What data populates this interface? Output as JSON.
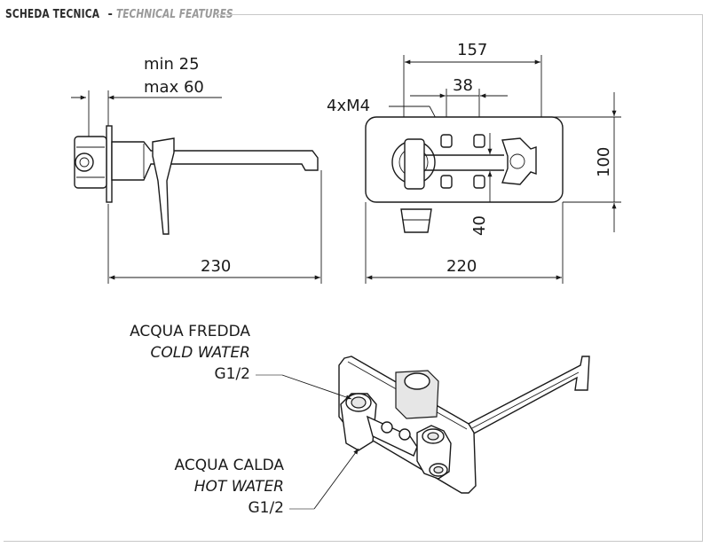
{
  "header": {
    "title": "SCHEDA TECNICA",
    "separator": "-",
    "subtitle": "TECHNICAL FEATURES"
  },
  "side_view": {
    "wall_min": "min 25",
    "wall_max": "max 60",
    "length": "230"
  },
  "front_view": {
    "width_total": "157",
    "inner_spacing": "38",
    "screws": "4xM4",
    "height": "100",
    "offset": "40",
    "plate_width": "220"
  },
  "cold_water": {
    "it": "ACQUA FREDDA",
    "en": "COLD WATER",
    "size": "G1/2"
  },
  "hot_water": {
    "it": "ACQUA CALDA",
    "en": "HOT WATER",
    "size": "G1/2"
  }
}
